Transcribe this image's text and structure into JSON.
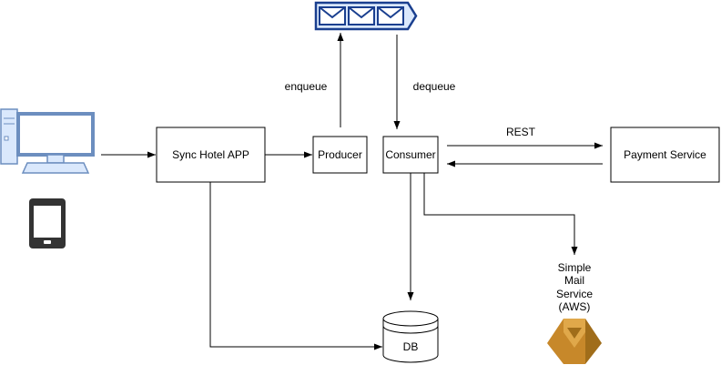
{
  "colors": {
    "stroke": "#000000",
    "queue_fill": "#dae8fc",
    "queue_stroke": "#1a3f8f",
    "computer_fill": "#dae8fc",
    "computer_stroke": "#6c8ebf",
    "phone": "#333333",
    "ses_dark": "#a06d1a",
    "ses_mid": "#c7882a",
    "ses_light": "#e0a84a"
  },
  "nodes": {
    "sync_hotel_app": "Sync Hotel APP",
    "producer": "Producer",
    "consumer": "Consumer",
    "payment_service": "Payment Service",
    "db": "DB",
    "ses": [
      "Simple",
      "Mail",
      "Service",
      "(AWS)"
    ]
  },
  "edges": {
    "enqueue": "enqueue",
    "dequeue": "dequeue",
    "rest": "REST"
  },
  "icons": {
    "message_queue": "message-queue-icon",
    "desktop": "desktop-computer-icon",
    "mobile": "mobile-phone-icon",
    "ses": "aws-simple-email-service-icon"
  }
}
